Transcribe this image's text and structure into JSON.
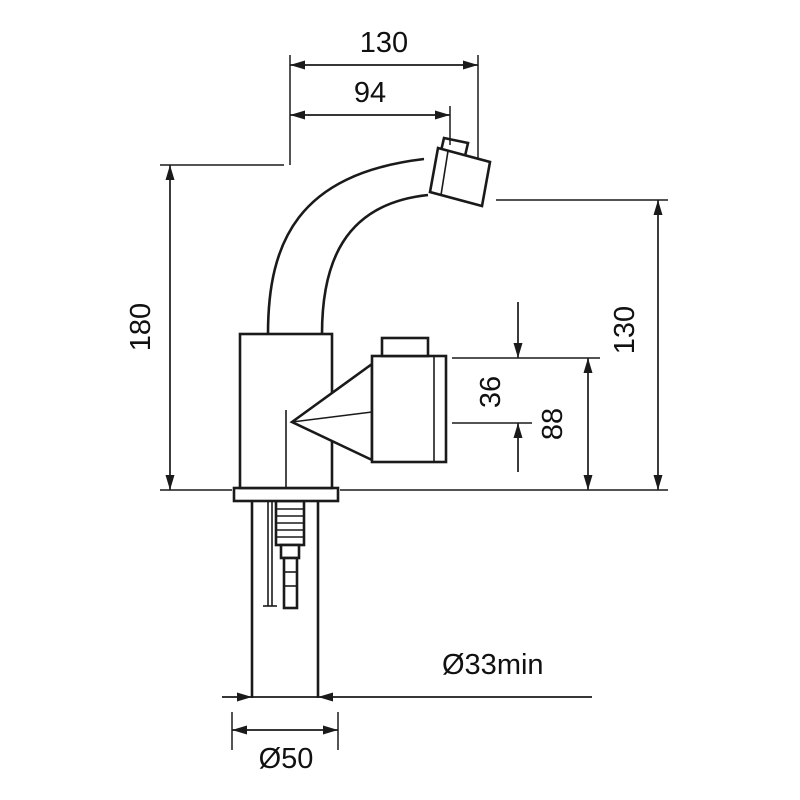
{
  "drawing": {
    "kind": "technical-dimension-drawing",
    "labels": {
      "width_overall": "130",
      "spout_reach": "94",
      "height_overall": "180",
      "spout_height": "130",
      "cartridge_height": "36",
      "body_height": "88",
      "hole_diameter": "Ø33min",
      "base_diameter": "Ø50"
    },
    "colors": {
      "line": "#1a1a1a",
      "background": "#ffffff"
    }
  }
}
